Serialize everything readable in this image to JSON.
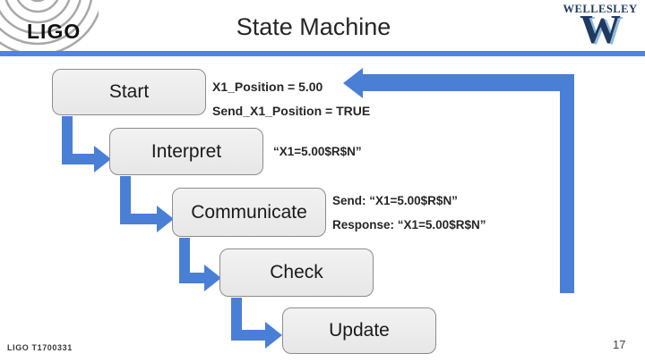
{
  "slide": {
    "title": "State Machine",
    "footer_doc": "LIGO T1700331",
    "page_number": "17"
  },
  "logos": {
    "ligo": {
      "wordmark": "LIGO"
    },
    "wellesley": {
      "wordmark": "WELLESLEY",
      "monogram": "W"
    }
  },
  "colors": {
    "arrow_blue": "#4a7fd6",
    "header_line_blue": "#4a86e8",
    "box_fill": "#eeeeee",
    "box_border": "#8c8c8c",
    "wellesley_navy": "#1f3a60",
    "wellesley_light_blue": "#8fb8dc"
  },
  "diagram": {
    "states": [
      {
        "label": "Start"
      },
      {
        "label": "Interpret"
      },
      {
        "label": "Communicate"
      },
      {
        "label": "Check"
      },
      {
        "label": "Update"
      }
    ],
    "annotations": {
      "start": [
        "X1_Position = 5.00",
        "Send_X1_Position = TRUE"
      ],
      "interpret": [
        "“X1=5.00$R$N”"
      ],
      "communicate": [
        "Send: “X1=5.00$R$N”",
        "Response: “X1=5.00$R$N”"
      ]
    }
  }
}
